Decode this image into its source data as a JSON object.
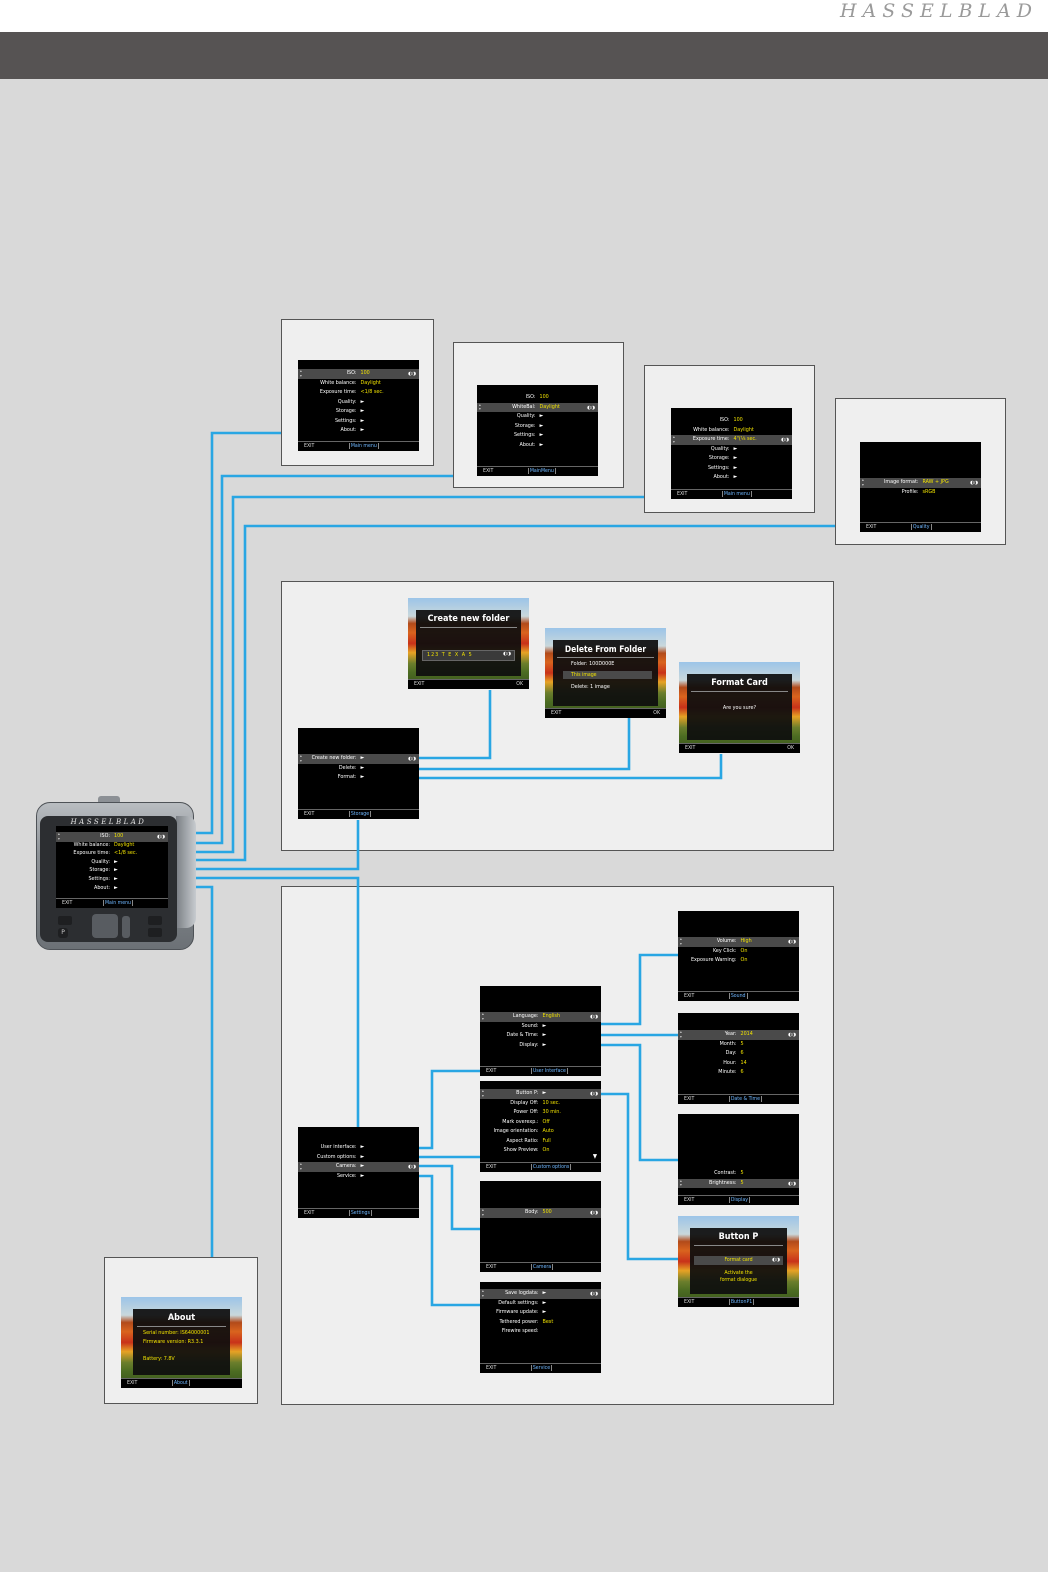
{
  "logo": "HASSELBLAD",
  "main_menu": {
    "rows": [
      {
        "label": "ISO:",
        "value": "100",
        "selected": true
      },
      {
        "label": "White balance:",
        "value": "Daylight"
      },
      {
        "label": "Exposure time:",
        "value": "<1/8 sec."
      },
      {
        "label": "Quality:",
        "value": "►"
      },
      {
        "label": "Storage:",
        "value": "►"
      },
      {
        "label": "Settings:",
        "value": "►"
      },
      {
        "label": "About:",
        "value": "►"
      }
    ],
    "exit": "EXIT",
    "name": "Main menu"
  },
  "iso_menu": {
    "rows": [
      {
        "label": "ISO:",
        "value": "100",
        "selected": true
      },
      {
        "label": "White balance:",
        "value": "Daylight"
      },
      {
        "label": "Exposure time:",
        "value": "<1/8 sec."
      },
      {
        "label": "Quality:",
        "value": "►"
      },
      {
        "label": "Storage:",
        "value": "►"
      },
      {
        "label": "Settings:",
        "value": "►"
      },
      {
        "label": "About:",
        "value": "►"
      }
    ],
    "exit": "EXIT",
    "name": "Main menu"
  },
  "wb_menu": {
    "rows": [
      {
        "label": "ISO:",
        "value": "100"
      },
      {
        "label": "WhiteBal:",
        "value": "Daylight",
        "selected": true
      },
      {
        "label": "Quality:",
        "value": "►"
      },
      {
        "label": "Storage:",
        "value": "►"
      },
      {
        "label": "Settings:",
        "value": "►"
      },
      {
        "label": "About:",
        "value": "►"
      }
    ],
    "exit": "EXIT",
    "name": "MainMenu"
  },
  "exp_menu": {
    "rows": [
      {
        "label": "ISO:",
        "value": "100"
      },
      {
        "label": "White balance:",
        "value": "Daylight"
      },
      {
        "label": "Exposure time:",
        "value": "4\"(⅛ sec.",
        "selected": true
      },
      {
        "label": "Quality:",
        "value": "►"
      },
      {
        "label": "Storage:",
        "value": "►"
      },
      {
        "label": "Settings:",
        "value": "►"
      },
      {
        "label": "About:",
        "value": "►"
      }
    ],
    "exit": "EXIT",
    "name": "Main menu"
  },
  "quality_menu": {
    "rows": [
      {
        "label": "Image format:",
        "value": "RAW + JPG",
        "selected": true
      },
      {
        "label": "Profile:",
        "value": "sRGB"
      }
    ],
    "exit": "EXIT",
    "name": "Quality"
  },
  "storage_menu": {
    "rows": [
      {
        "label": "Create new folder:",
        "value": "►",
        "selected": true
      },
      {
        "label": "Delete:",
        "value": "►"
      },
      {
        "label": "Format:",
        "value": "►"
      }
    ],
    "exit": "EXIT",
    "name": "Storage"
  },
  "create_folder": {
    "title": "Create new folder",
    "field": "123 T E X A 5",
    "exit": "EXIT",
    "ok": "OK"
  },
  "delete_folder": {
    "title": "Delete From Folder",
    "folder_label": "Folder:",
    "folder_value": "100D000E",
    "this_image": "This image",
    "delete_line": "Delete: 1 image",
    "exit": "EXIT",
    "ok": "OK"
  },
  "format_card": {
    "title": "Format Card",
    "question": "Are you sure?",
    "exit": "EXIT",
    "ok": "OK"
  },
  "settings_menu": {
    "rows": [
      {
        "label": "User interface:",
        "value": "►"
      },
      {
        "label": "Custom options:",
        "value": "►"
      },
      {
        "label": "Camera:",
        "value": "►",
        "selected": true
      },
      {
        "label": "Service:",
        "value": "►"
      }
    ],
    "exit": "EXIT",
    "name": "Settings"
  },
  "ui_menu": {
    "rows": [
      {
        "label": "Language:",
        "value": "English",
        "selected": true
      },
      {
        "label": "Sound:",
        "value": "►"
      },
      {
        "label": "Date & Time:",
        "value": "►"
      },
      {
        "label": "Display:",
        "value": "►"
      }
    ],
    "exit": "EXIT",
    "name": "User Interface"
  },
  "custom_menu": {
    "rows": [
      {
        "label": "Button P:",
        "value": "►",
        "selected": true
      },
      {
        "label": "Display Off:",
        "value": "10 sec."
      },
      {
        "label": "Power Off:",
        "value": "30 min."
      },
      {
        "label": "Mark overexp.:",
        "value": "Off"
      },
      {
        "label": "Image orientation:",
        "value": "Auto"
      },
      {
        "label": "Aspect Ratio:",
        "value": "Full"
      },
      {
        "label": "Show Preview:",
        "value": "On"
      }
    ],
    "exit": "EXIT",
    "name": "Custom options"
  },
  "camera_menu": {
    "rows": [
      {
        "label": "Body:",
        "value": "500",
        "selected": true
      }
    ],
    "exit": "EXIT",
    "name": "Camera"
  },
  "service_menu": {
    "rows": [
      {
        "label": "Save logdata:",
        "value": "►",
        "selected": true
      },
      {
        "label": "Default settings:",
        "value": "►"
      },
      {
        "label": "Firmware update:",
        "value": "►"
      },
      {
        "label": "Tethered power:",
        "value": "Best"
      },
      {
        "label": "Firewire speed:",
        "value": ""
      }
    ],
    "exit": "EXIT",
    "name": "Service"
  },
  "sound_menu": {
    "rows": [
      {
        "label": "Volume:",
        "value": "High",
        "selected": true
      },
      {
        "label": "Key Click:",
        "value": "On"
      },
      {
        "label": "Exposure Warning:",
        "value": "On"
      }
    ],
    "exit": "EXIT",
    "name": "Sound"
  },
  "date_menu": {
    "rows": [
      {
        "label": "Year:",
        "value": "2014",
        "selected": true
      },
      {
        "label": "Month:",
        "value": "5"
      },
      {
        "label": "Day:",
        "value": "6"
      },
      {
        "label": "Hour:",
        "value": "14"
      },
      {
        "label": "Minute:",
        "value": "6"
      }
    ],
    "exit": "EXIT",
    "name": "Date & Time"
  },
  "display_menu": {
    "rows": [
      {
        "label": "Contrast:",
        "value": "5"
      },
      {
        "label": "Brightness:",
        "value": "5",
        "selected": true
      }
    ],
    "exit": "EXIT",
    "name": "Display"
  },
  "button_p": {
    "title": "Button P",
    "option": "Format card",
    "desc1": "Activate the",
    "desc2": "format dialogue",
    "exit": "EXIT",
    "name": "ButtonP1"
  },
  "about": {
    "title": "About",
    "serial": "Serial number: IS64000001",
    "firmware": "Firmware version: R3.3.1",
    "battery": "Battery: 7.8V",
    "exit": "EXIT",
    "name": "About"
  },
  "colors": {
    "connector": "#29a6e3",
    "value": "#f2e300",
    "tab": "#6fb7ff"
  }
}
